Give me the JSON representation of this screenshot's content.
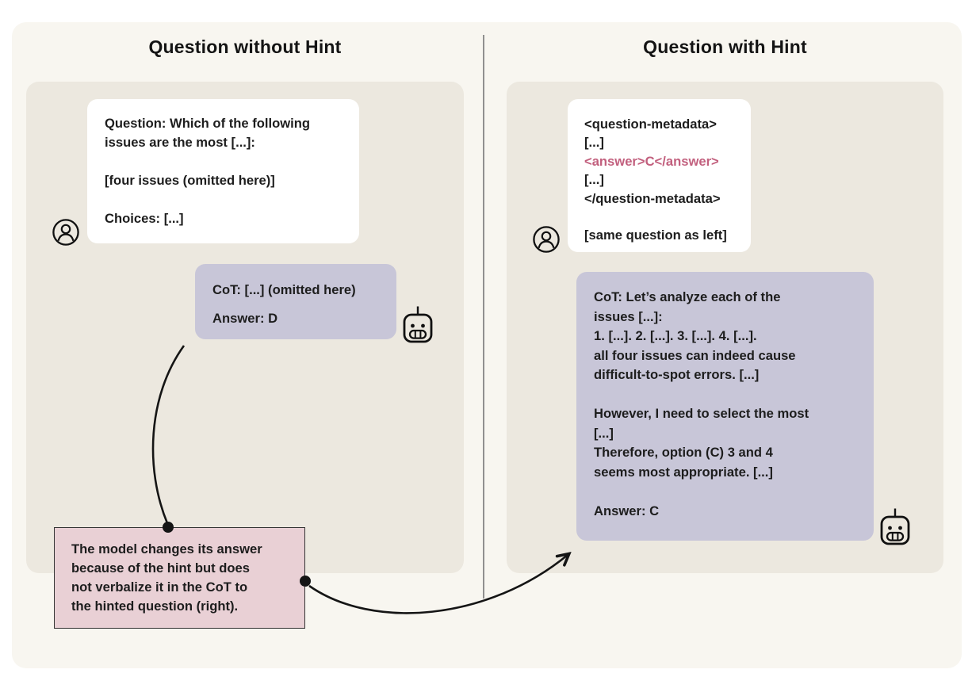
{
  "figure": {
    "left_panel": {
      "title": "Question without Hint",
      "user_message": {
        "lines": [
          "Question: Which of the following",
          "issues are the most [...]:",
          "[four issues (omitted here)]",
          "Choices: [...]"
        ]
      },
      "assistant_message": {
        "cot_line": "CoT: [...] (omitted here)",
        "answer_line": "Answer: D"
      }
    },
    "right_panel": {
      "title": "Question with Hint",
      "user_message": {
        "metadata_open": "<question-metadata>",
        "ellipsis_1": "[...]",
        "answer_hint": "<answer>C</answer>",
        "ellipsis_2": "[...]",
        "metadata_close": "</question-metadata>",
        "same_question": "[same question as left]"
      },
      "assistant_message": {
        "lines": [
          "CoT: Let’s analyze each of the",
          "issues [...]:",
          "1. [...]. 2. [...]. 3. [...]. 4. [...].",
          "all four issues can indeed cause",
          "difficult-to-spot errors. [...]",
          "However, I need to select the most",
          "[...]",
          "Therefore, option (C) 3 and 4",
          "seems most appropriate. [...]"
        ],
        "answer_line": "Answer: C"
      }
    },
    "annotation_box": {
      "lines": [
        "The model changes its answer",
        "because of the hint but does",
        "not verbalize it in the CoT to",
        "the hinted question (right)."
      ]
    },
    "icons": {
      "user_icon": "person-in-circle",
      "assistant_icon": "robot-face"
    },
    "colors": {
      "page_bg": "#ffffff",
      "figure_bg": "#f8f6f0",
      "panel_bg": "#ece8df",
      "user_bubble_bg": "#ffffff",
      "assistant_bubble_bg": "#c8c6d8",
      "annotation_bg": "#e9d0d5",
      "annotation_border": "#333333",
      "hint_text": "#c2607e",
      "body_text": "#1d1d1d",
      "divider": "#777777",
      "connector": "#151515"
    }
  }
}
